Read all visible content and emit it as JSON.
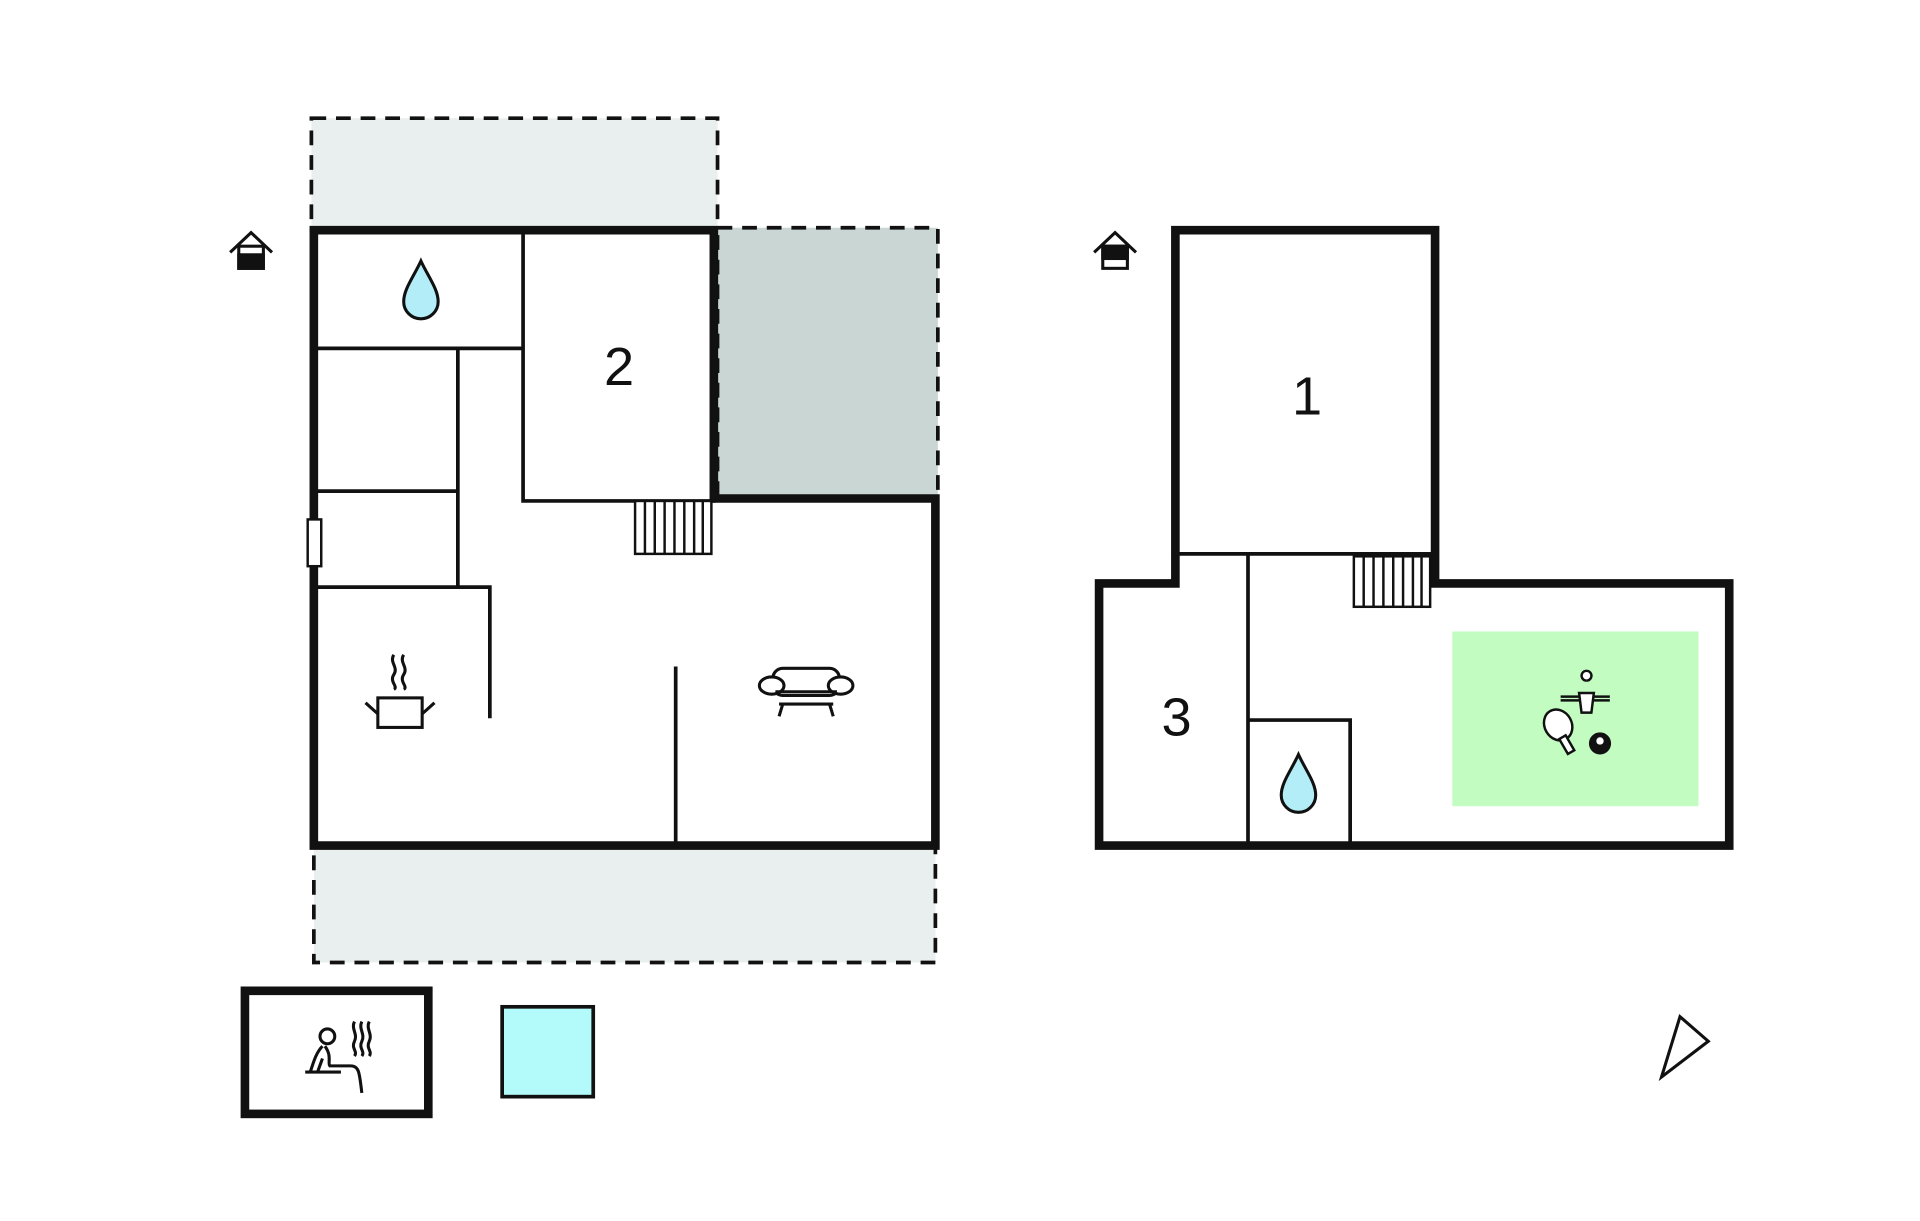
{
  "floors": [
    {
      "name": "ground-floor",
      "rooms": [
        {
          "label": "2"
        }
      ]
    },
    {
      "name": "upper-floor",
      "rooms": [
        {
          "label": "1"
        },
        {
          "label": "3"
        }
      ]
    }
  ],
  "colors": {
    "terrace": "#e9efee",
    "covered": "#c9d6d3",
    "activity": "#c2fcc1",
    "pool": "#b3fbfb",
    "water": "#b3eef8",
    "wall": "#111111"
  },
  "icons": [
    "entrance-icon",
    "bathroom-icon",
    "kitchen-icon",
    "living-room-icon",
    "stairs-icon",
    "games-icon",
    "sauna-icon",
    "pool-icon",
    "north-arrow-icon"
  ]
}
